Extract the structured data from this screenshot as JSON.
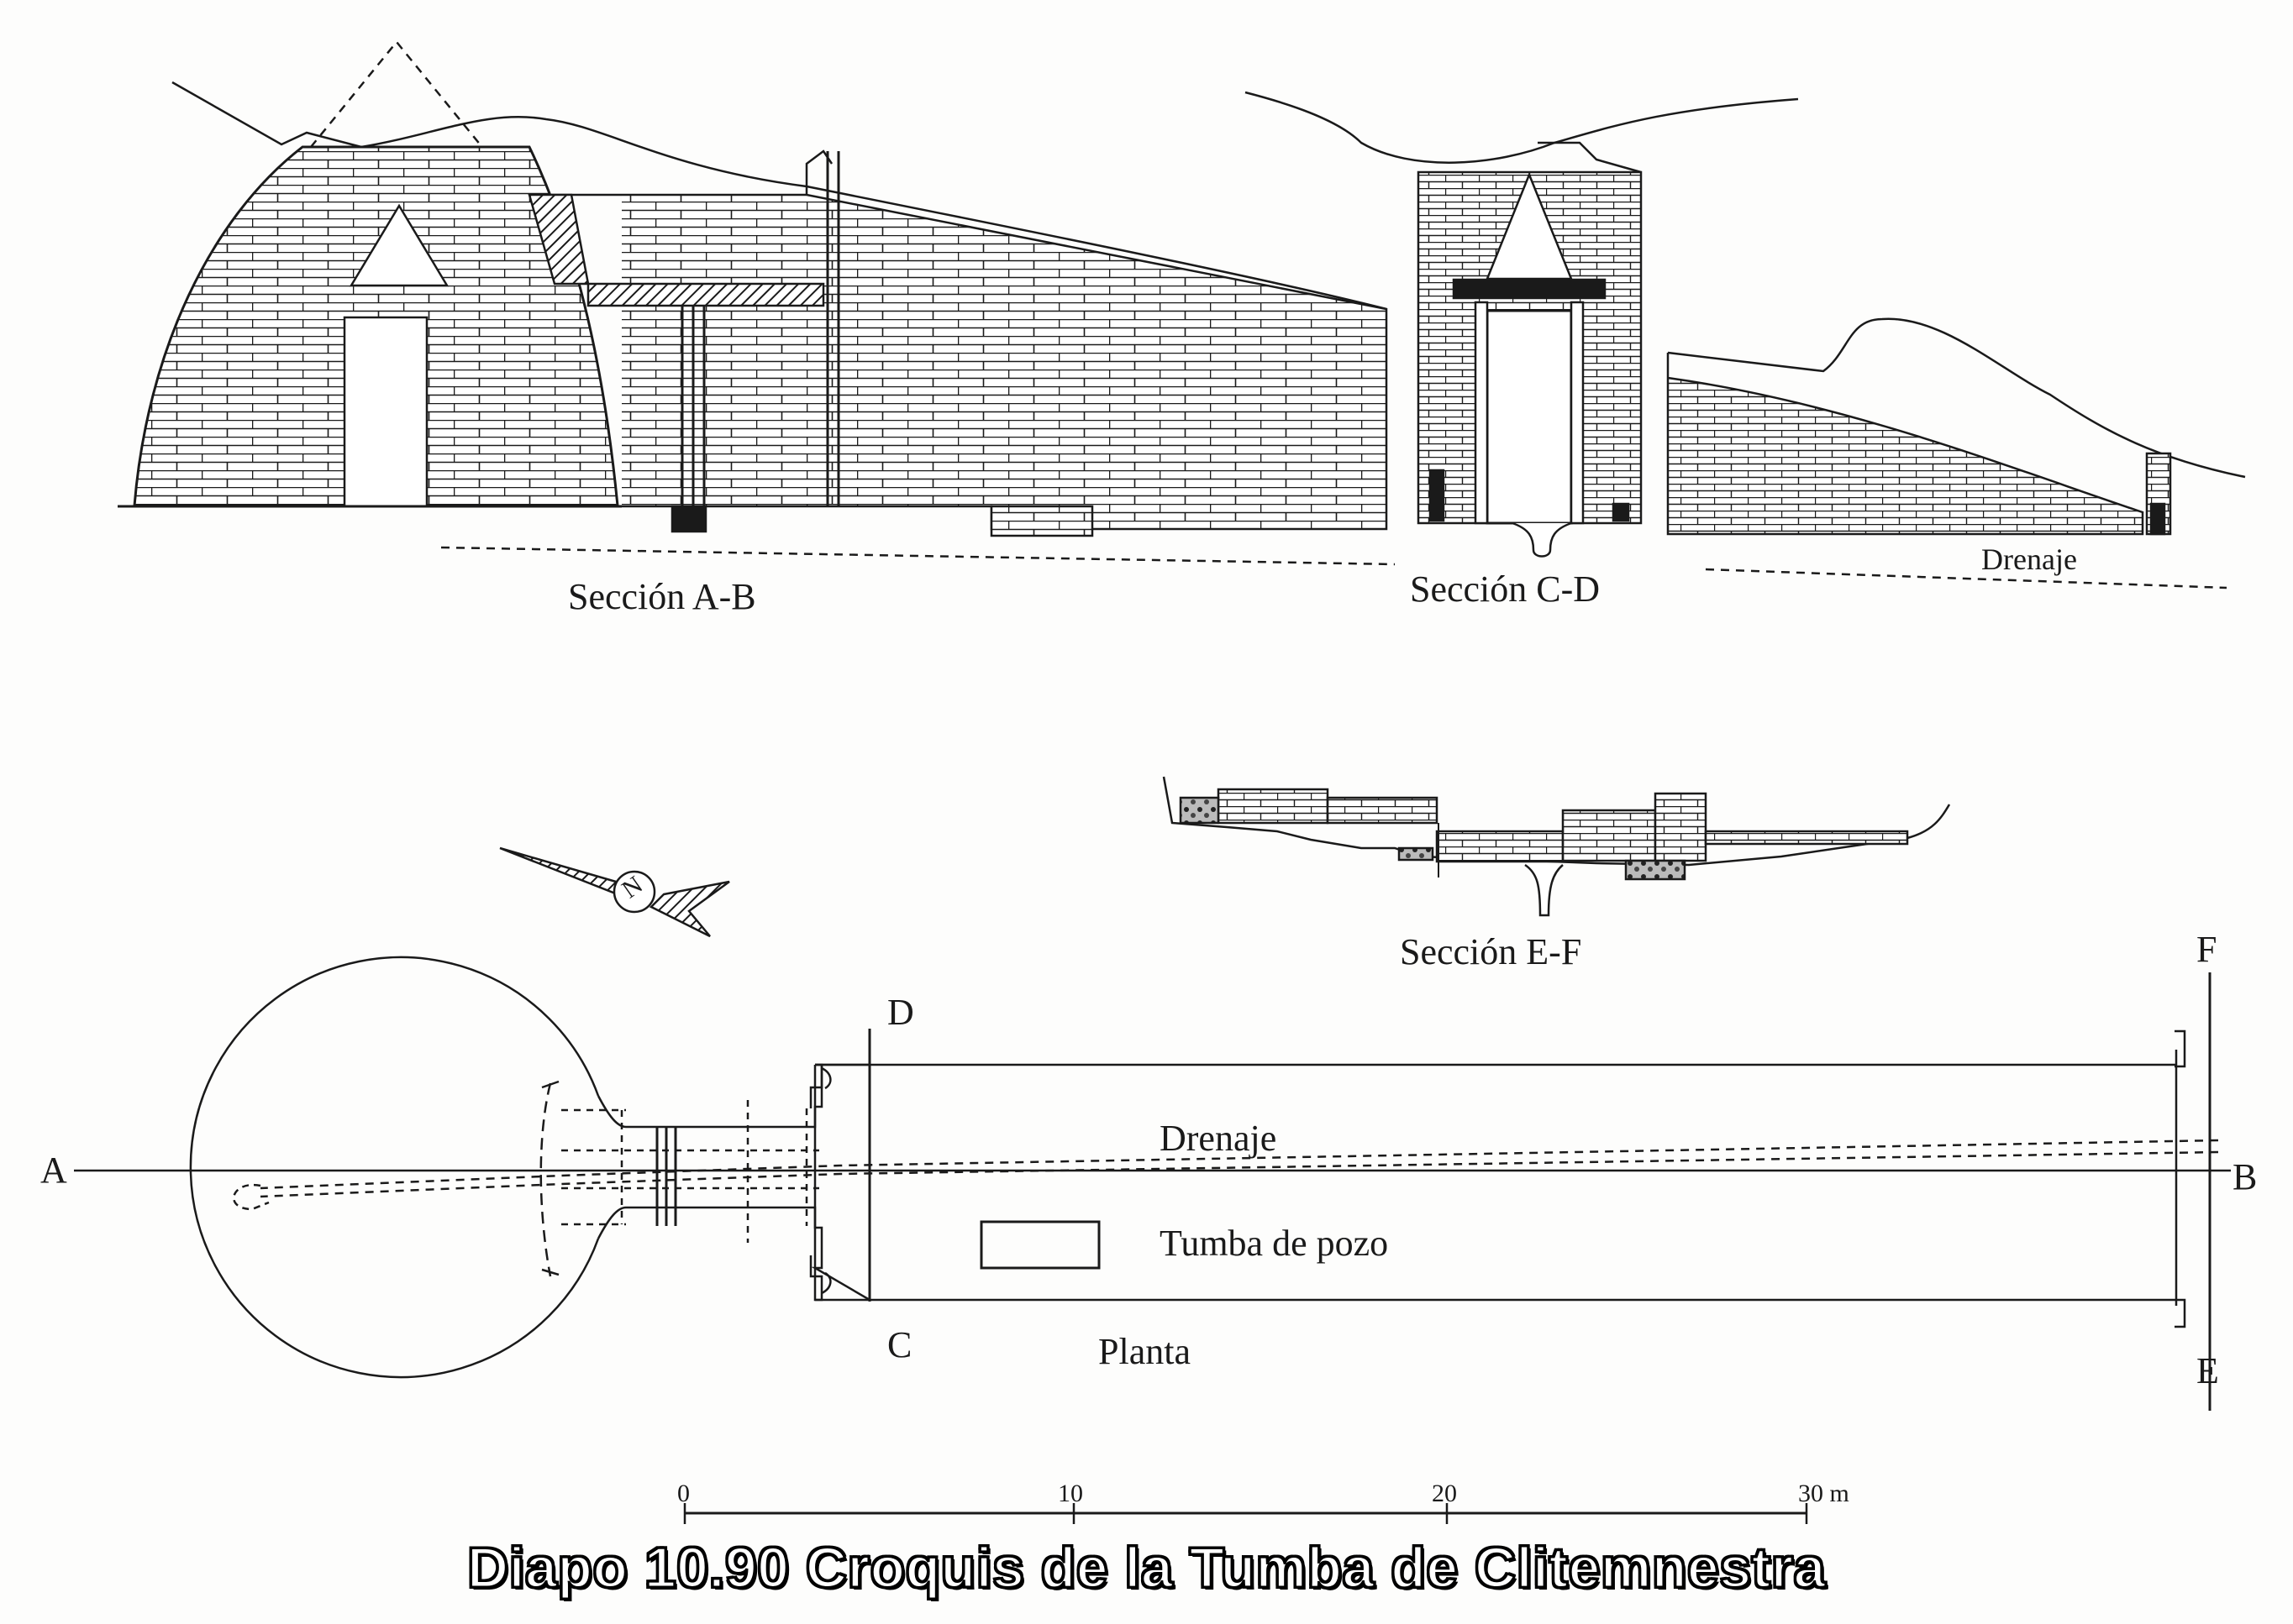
{
  "sections": {
    "ab": "Sección A-B",
    "cd": "Sección C-D",
    "ef": "Sección E-F",
    "drain_section": "Drenaje"
  },
  "plan": {
    "title": "Planta",
    "drain": "Drenaje",
    "shaft_tomb": "Tumba de pozo",
    "letters": {
      "a": "A",
      "b": "B",
      "c": "C",
      "d": "D",
      "e": "E",
      "f": "F"
    }
  },
  "compass": {
    "north": "N"
  },
  "scale": {
    "t0": "0",
    "t10": "10",
    "t20": "20",
    "t30": "30 m"
  },
  "caption": "Diapo 10.90 Croquis de la Tumba de Clitemnestra"
}
